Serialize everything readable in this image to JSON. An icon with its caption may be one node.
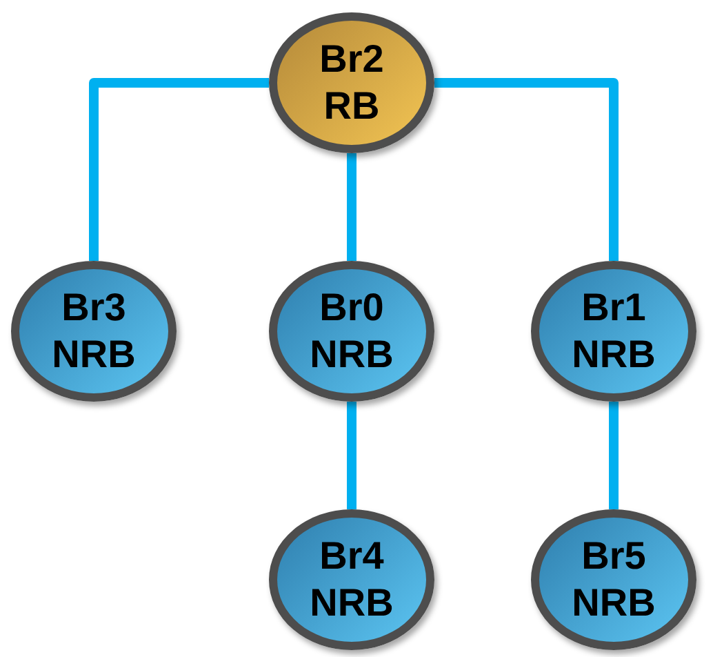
{
  "diagram": {
    "nodes": [
      {
        "text": [
          "Br2 RB"
        ]
      },
      {
        "text": [
          "Br3 NRB"
        ]
      },
      {
        "text": [
          "Br0 NRB"
        ]
      },
      {
        "text": [
          "Br1 NRB"
        ]
      },
      {
        "text": [
          "Br4 NRB"
        ]
      },
      {
        "text": [
          "Br5 NRB"
        ]
      }
    ],
    "edges": [
      {
        "from": 0,
        "to": 1,
        "arrow": "none"
      },
      {
        "from": 0,
        "to": 2,
        "arrow": "none"
      },
      {
        "from": 0,
        "to": 3,
        "arrow": "none"
      },
      {
        "from": 2,
        "to": 4,
        "arrow": "none"
      },
      {
        "from": 3,
        "to": 5,
        "arrow": "none"
      }
    ]
  }
}
